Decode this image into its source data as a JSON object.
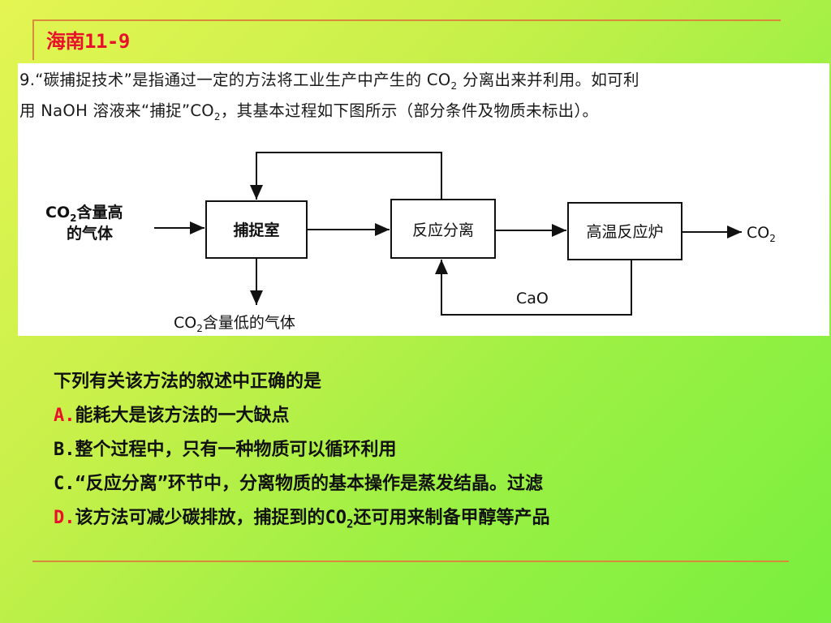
{
  "slide_title": "海南11-9",
  "question": {
    "line1_pre": "9.“碳捕捉技术”是指通过一定的方法将工业生产中产生的",
    "line1_co2": "CO",
    "line1_sub": "2",
    "line1_post": "分离出来并利用。如可利",
    "line2_pre": "用 NaOH 溶液来“捕捉”CO",
    "line2_sub": "2",
    "line2_post": "，其基本过程如下图所示（部分条件及物质未标出）。"
  },
  "diagram": {
    "input_label_line1": "CO",
    "input_label_sub": "2",
    "input_label_line1b": "含量高",
    "input_label_line2": "的气体",
    "box1": "捕捉室",
    "box2": "反应分离",
    "box3": "高温反应炉",
    "output_label": "CO",
    "output_sub": "2",
    "bottom_label": "CO",
    "bottom_sub": "2",
    "bottom_label_post": "含量低的气体",
    "return_label": "CaO"
  },
  "prompt": "下列有关该方法的叙述中正确的是",
  "options": [
    {
      "letter": "A.",
      "text": "能耗大是该方法的一大缺点"
    },
    {
      "letter": "B.",
      "text": "整个过程中，只有一种物质可以循环利用"
    },
    {
      "letter": "C.",
      "text": "“反应分离”环节中，分离物质的基本操作是蒸发结晶。过滤"
    },
    {
      "letter": "D.",
      "text_pre": "该方法可减少碳排放，捕捉到的CO",
      "sub": "2",
      "text_post": "还可用来制备甲醇等产品"
    }
  ],
  "colors": {
    "title": "#e8102a",
    "rule": "#d98a3a",
    "letter_a": "#e8102a",
    "letter_d": "#e8102a"
  }
}
